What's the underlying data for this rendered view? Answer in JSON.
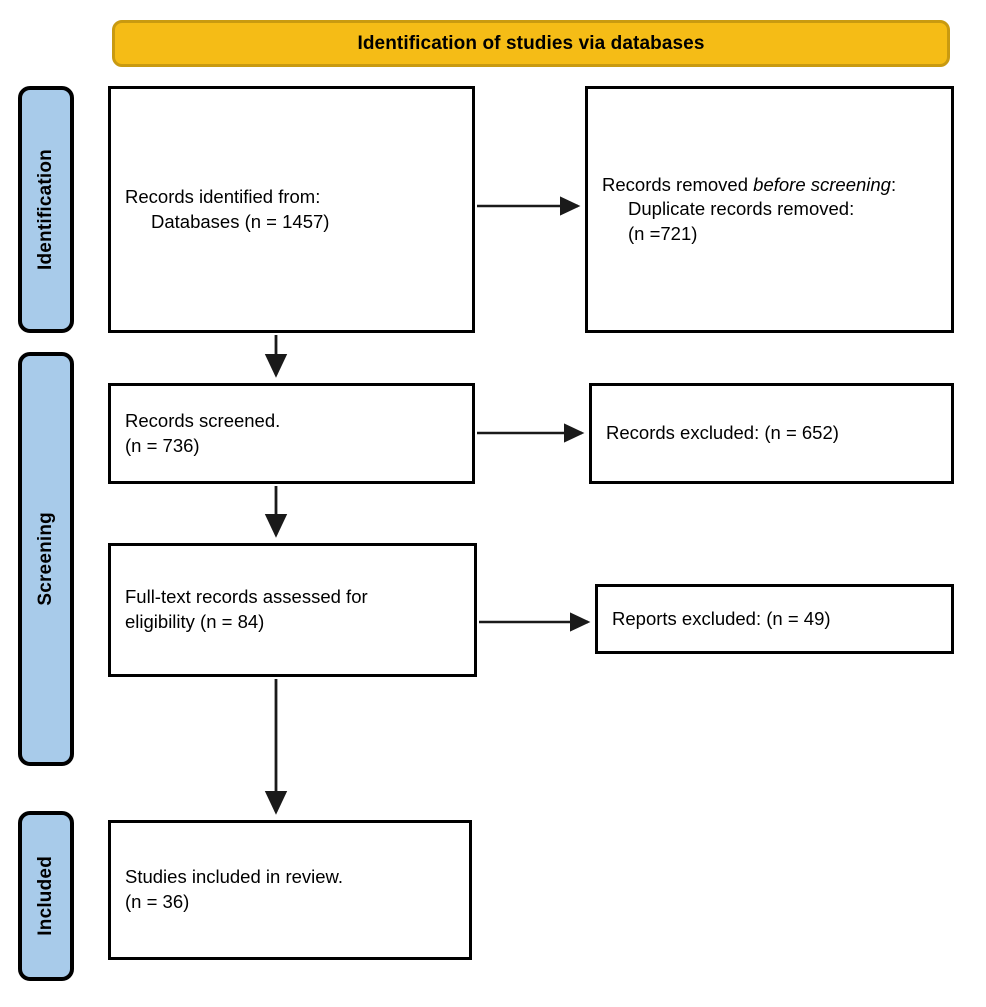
{
  "banner": {
    "title": "Identification of studies via databases",
    "fill": "#F5BC16",
    "border": "#C99A10"
  },
  "stages": [
    {
      "id": "identification",
      "label": "Identification",
      "fill": "#A8CBEA"
    },
    {
      "id": "screening",
      "label": "Screening",
      "fill": "#A8CBEA"
    },
    {
      "id": "included",
      "label": "Included",
      "fill": "#A8CBEA"
    }
  ],
  "boxes": {
    "identified": {
      "line1": "Records identified from:",
      "line2": "Databases (n = 1457)",
      "count": 1457
    },
    "removed": {
      "lead": "Records removed ",
      "italic1": "before screening",
      "colon": ":",
      "line2": "Duplicate records removed:",
      "line3": "(n =721)",
      "count": 721
    },
    "screened": {
      "line1": "Records screened.",
      "line2": "(n = 736)",
      "count": 736
    },
    "records_excluded": {
      "line1": "Records excluded: (n = 652)",
      "count": 652
    },
    "fulltext": {
      "line1": "Full-text records assessed for",
      "line2": "eligibility (n = 84)",
      "count": 84
    },
    "reports_excluded": {
      "line1": "Reports excluded: (n = 49)",
      "count": 49
    },
    "included": {
      "line1": "Studies included in review.",
      "line2": "(n = 36)",
      "count": 36
    }
  },
  "arrows": [
    {
      "name": "identified-to-removed",
      "direction": "right"
    },
    {
      "name": "identified-to-screened",
      "direction": "down"
    },
    {
      "name": "screened-to-records-excluded",
      "direction": "right"
    },
    {
      "name": "screened-to-fulltext",
      "direction": "down"
    },
    {
      "name": "fulltext-to-reports-excluded",
      "direction": "right"
    },
    {
      "name": "fulltext-to-included",
      "direction": "down"
    }
  ]
}
